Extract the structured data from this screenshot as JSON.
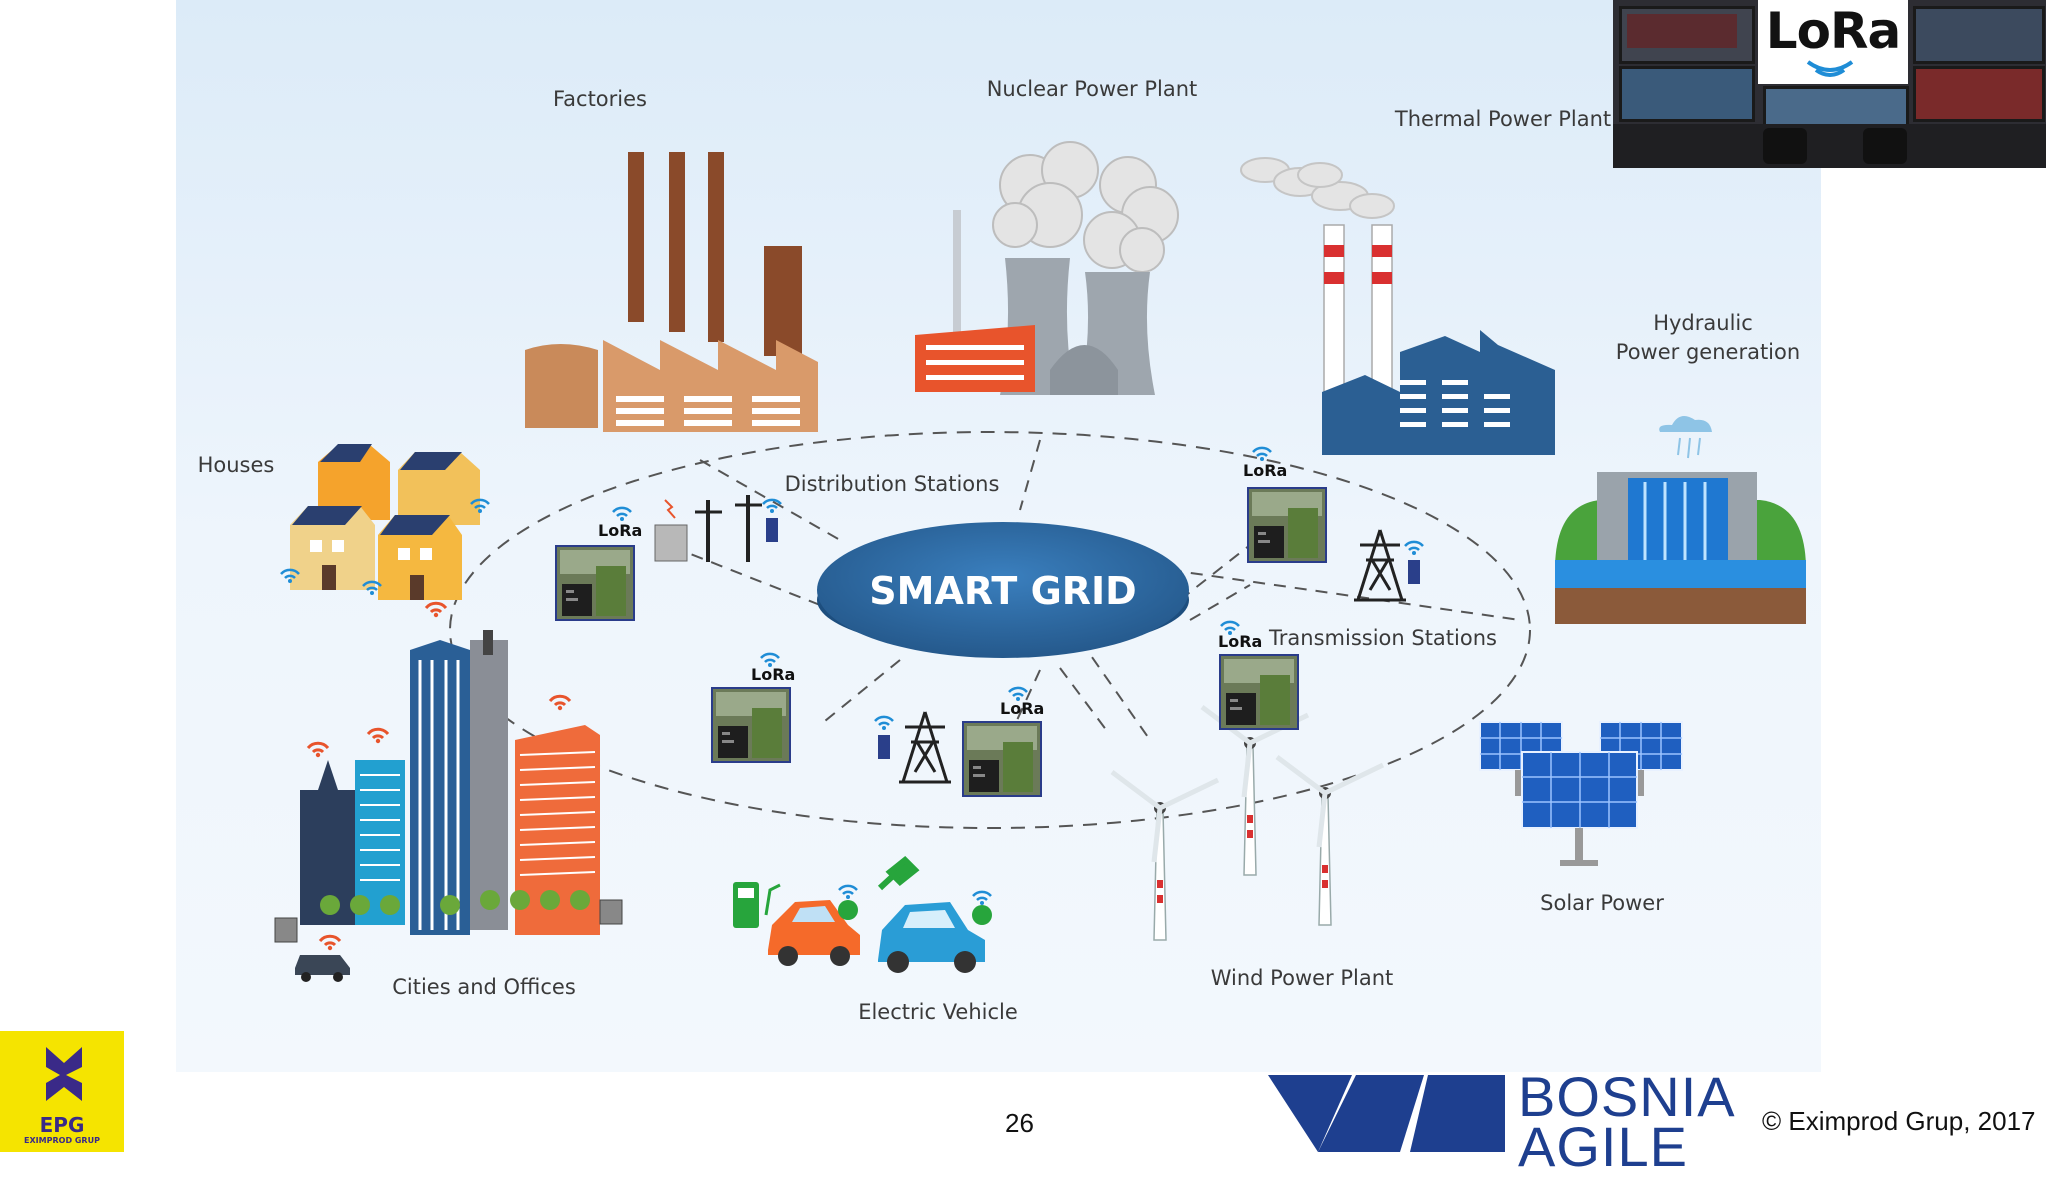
{
  "diagram": {
    "hub": "SMART GRID",
    "labels": {
      "factories": "Factories",
      "nuclear": "Nuclear Power Plant",
      "thermal": "Thermal Power Plant",
      "hydraulic_line1": "Hydraulic",
      "hydraulic_line2": "Power generation",
      "houses": "Houses",
      "distribution": "Distribution Stations",
      "transmission": "Transmission Stations",
      "cities": "Cities and Offices",
      "electric_vehicle": "Electric Vehicle",
      "wind": "Wind Power Plant",
      "solar": "Solar Power"
    },
    "lora_badge": "LoRa"
  },
  "overlay": {
    "lora_logo": "LoRa"
  },
  "footer": {
    "page_number": "26",
    "copyright": "© Eximprod Grup, 2017",
    "epg_logo": "EPG",
    "epg_subtitle": "EXIMPROD GRUP",
    "bosnia_line1": "BOSNIA",
    "bosnia_line2": "AGILE"
  },
  "colors": {
    "background": "#e3f0fb",
    "hub": "#2f6fa8",
    "lora_accent": "#1f8dd6",
    "epg_yellow": "#f5e400",
    "bosnia_blue": "#1e3f8f"
  }
}
